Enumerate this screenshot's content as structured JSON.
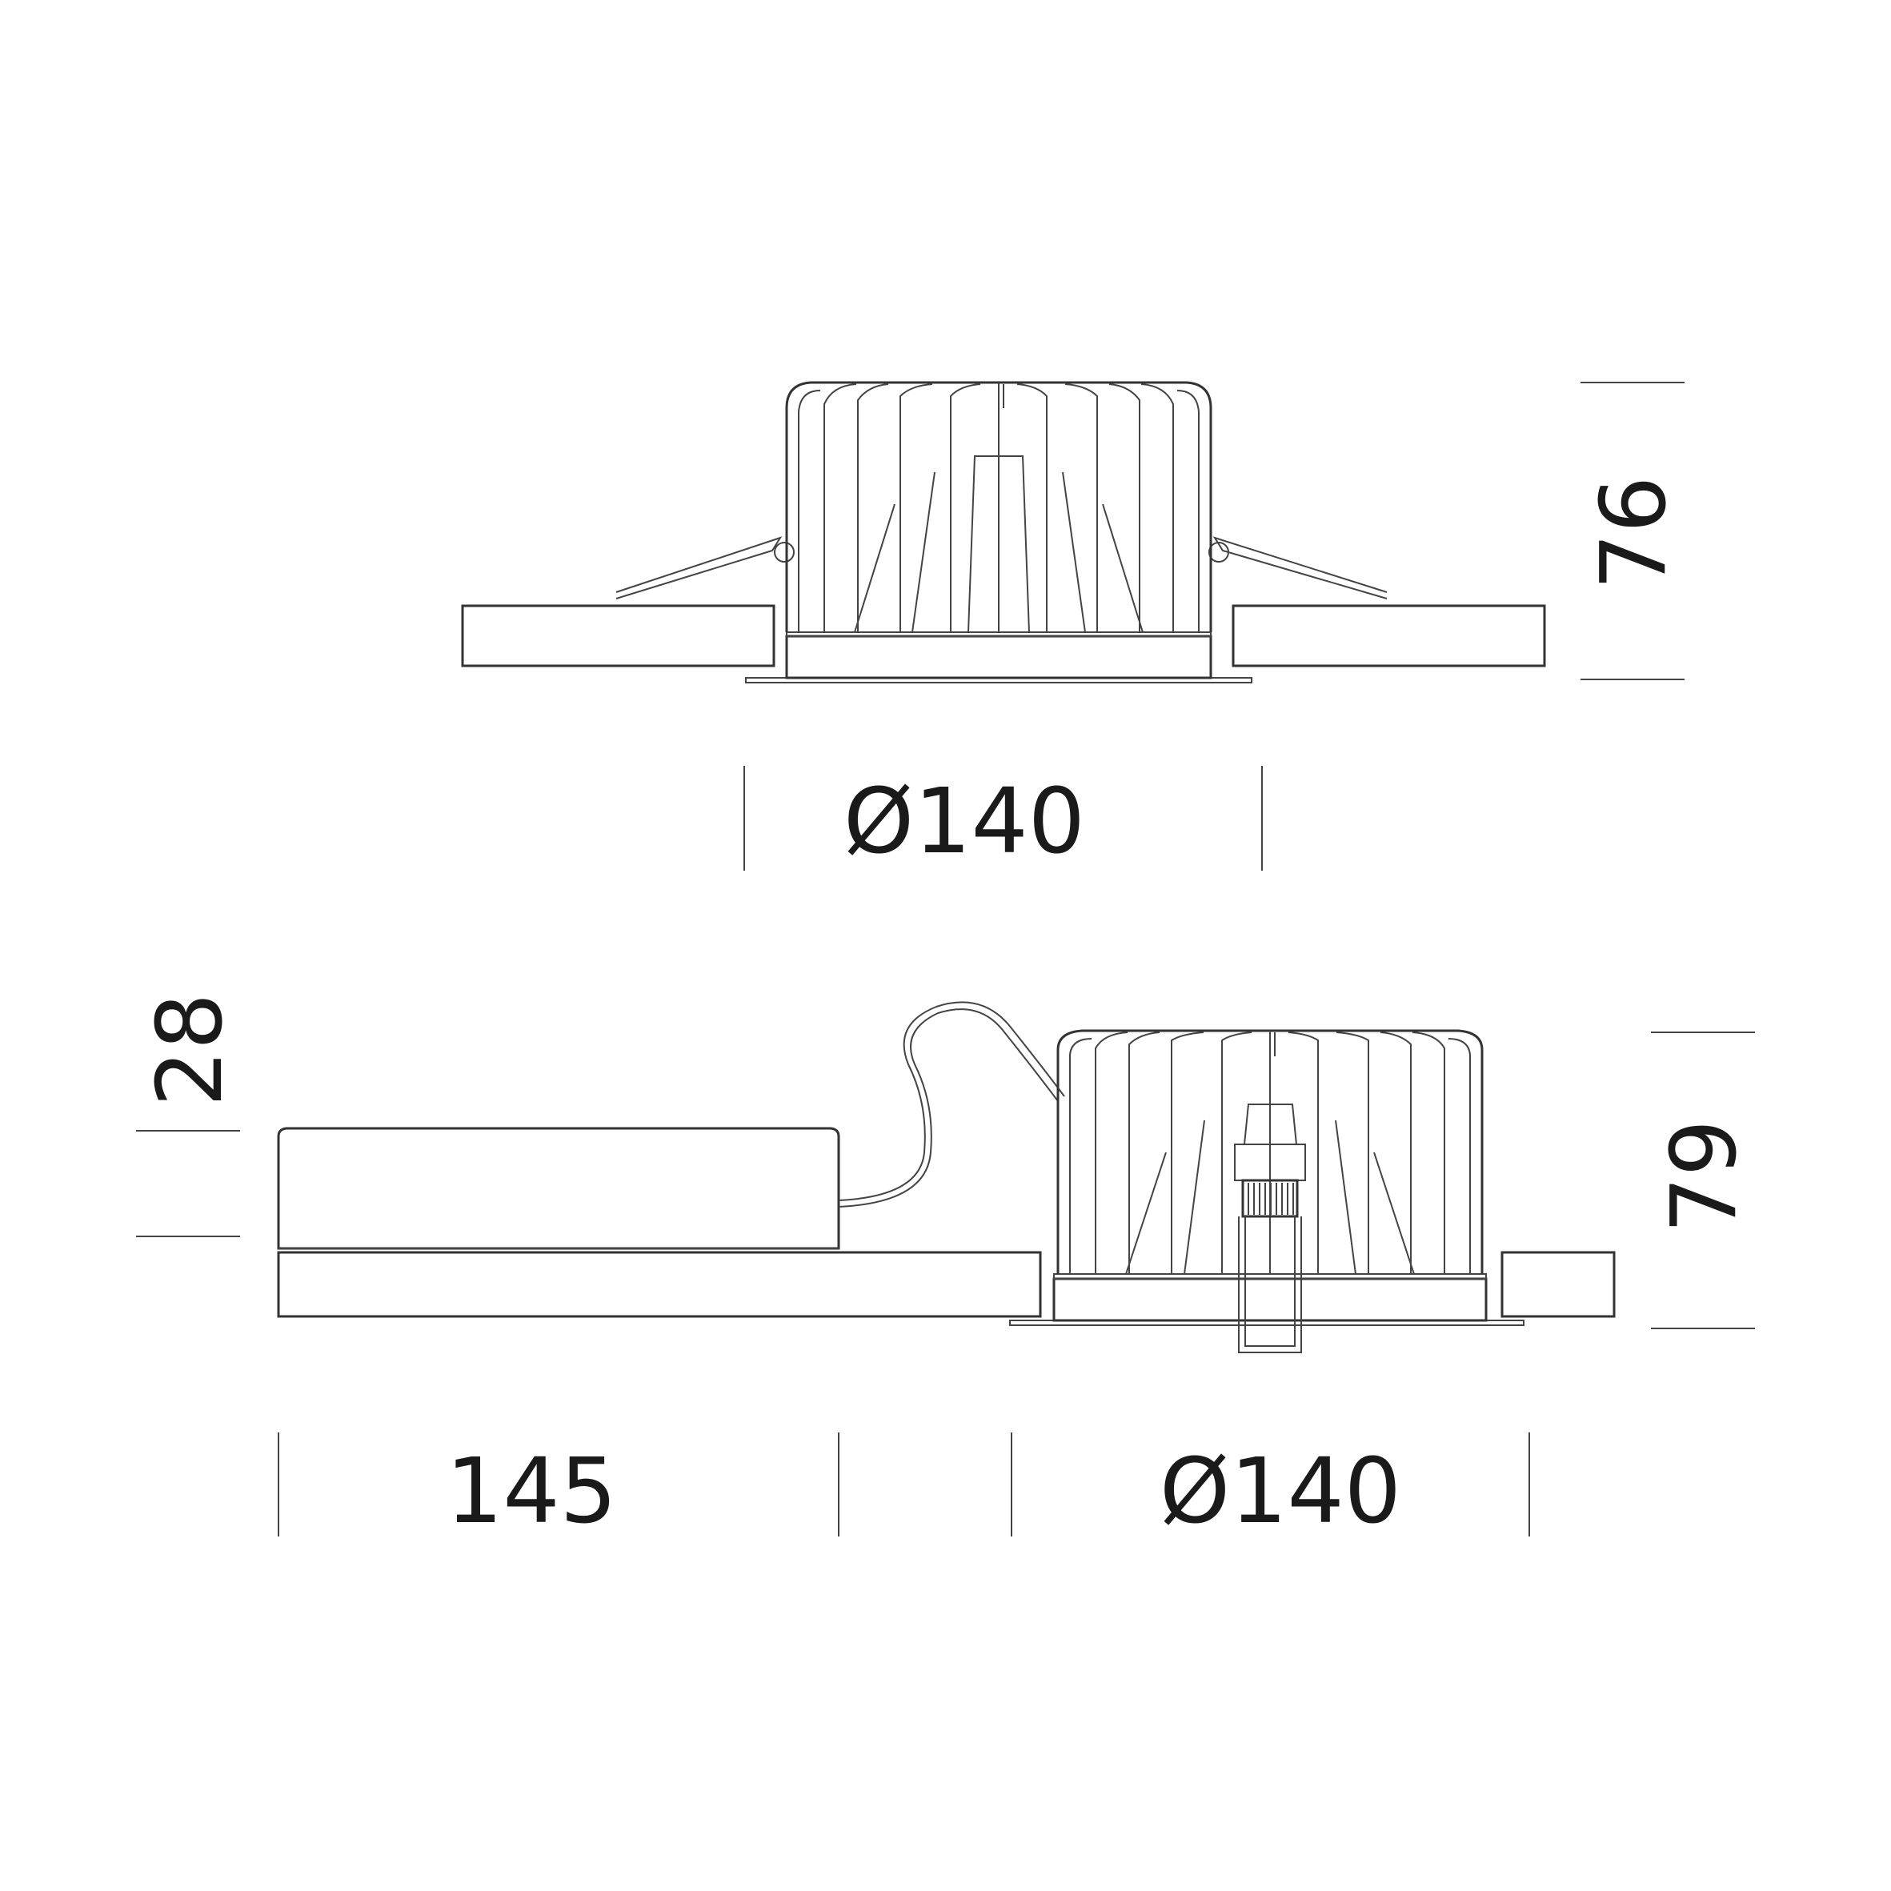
{
  "diagram": {
    "top_view": {
      "height_label": "76",
      "diameter_label": "Ø140"
    },
    "bottom_view": {
      "driver_height_label": "28",
      "height_label": "79",
      "driver_length_label": "145",
      "diameter_label": "Ø140"
    }
  },
  "colors": {
    "line": "#333333",
    "text": "#1a1a1a",
    "background": "#ffffff"
  }
}
